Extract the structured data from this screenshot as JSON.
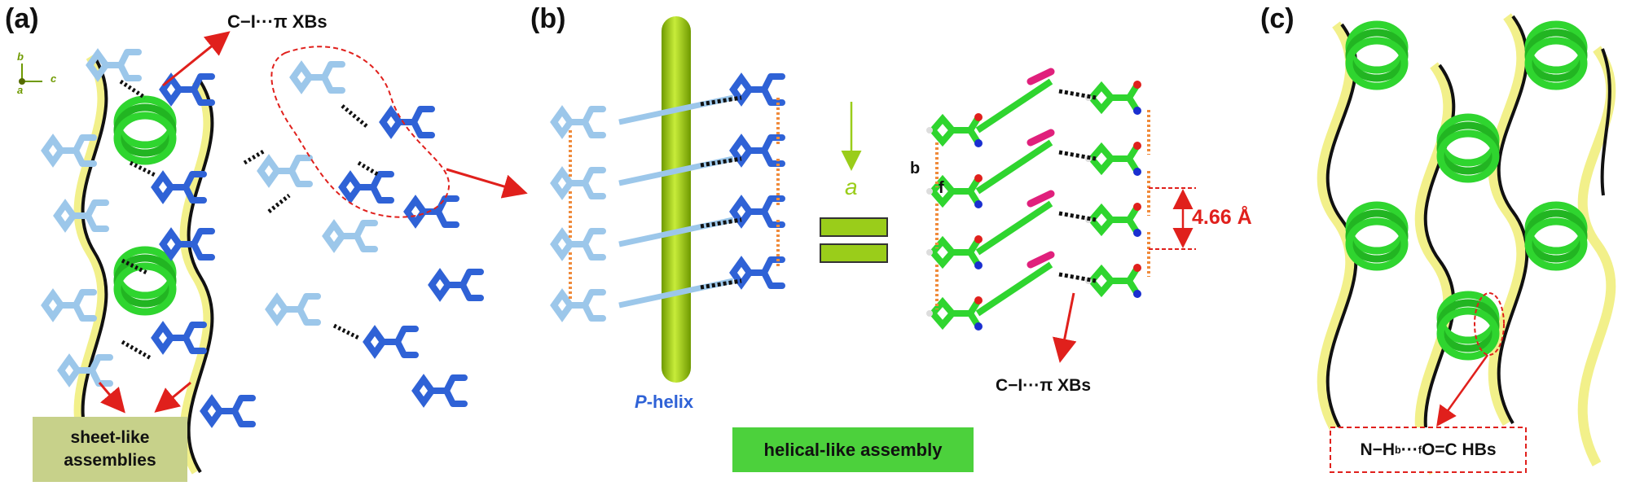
{
  "panels": {
    "a": {
      "letter": "(a)",
      "xb_label": "C−I···π XBs",
      "axis_b": "b",
      "axis_c": "c",
      "axis_a": "a",
      "sheet_box_line1": "sheet-like",
      "sheet_box_line2": "assemblies"
    },
    "b": {
      "letter": "(b)",
      "axis_a": "a",
      "p_helix_italic": "P",
      "p_helix_rest": "-helix",
      "label_b": "b",
      "label_f": "f",
      "distance": "4.66 Å",
      "xb_label": "C−I···π XBs",
      "helical_box": "helical-like assembly"
    },
    "c": {
      "letter": "(c)",
      "hb_pre": "N−H",
      "hb_sup_b": "b",
      "hb_dots": "···",
      "hb_sup_f": "f",
      "hb_post": "O=C HBs"
    }
  },
  "colors": {
    "light_blue": "#9cc7ea",
    "dark_blue": "#2f62d6",
    "green": "#2fd52f",
    "yellow_green": "#9acd1a",
    "ribbon_yellow": "#f2f08a",
    "red": "#e0201c",
    "magenta": "#e0207c",
    "box_olive": "#c7d18a",
    "box_green": "#4cd13c"
  }
}
